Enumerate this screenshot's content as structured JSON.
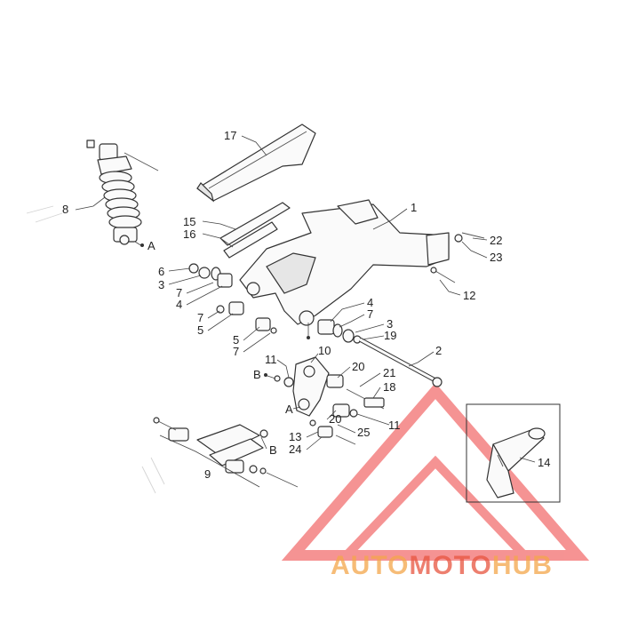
{
  "parts": [
    {
      "key": "p1",
      "num": "1"
    },
    {
      "key": "p17",
      "num": "17"
    },
    {
      "key": "p8",
      "num": "8"
    },
    {
      "key": "pA1",
      "num": "A"
    },
    {
      "key": "p15",
      "num": "15"
    },
    {
      "key": "p16",
      "num": "16"
    },
    {
      "key": "p22",
      "num": "22"
    },
    {
      "key": "p23",
      "num": "23"
    },
    {
      "key": "p6",
      "num": "6"
    },
    {
      "key": "p3a",
      "num": "3"
    },
    {
      "key": "p7a",
      "num": "7"
    },
    {
      "key": "p4a",
      "num": "4"
    },
    {
      "key": "p12",
      "num": "12"
    },
    {
      "key": "p7b",
      "num": "7"
    },
    {
      "key": "p5a",
      "num": "5"
    },
    {
      "key": "p4b",
      "num": "4"
    },
    {
      "key": "p7c",
      "num": "7"
    },
    {
      "key": "p3b",
      "num": "3"
    },
    {
      "key": "p19",
      "num": "19"
    },
    {
      "key": "p5b",
      "num": "5"
    },
    {
      "key": "p7d",
      "num": "7"
    },
    {
      "key": "p2",
      "num": "2"
    },
    {
      "key": "p10",
      "num": "10"
    },
    {
      "key": "p11a",
      "num": "11"
    },
    {
      "key": "pB1",
      "num": "B"
    },
    {
      "key": "p20a",
      "num": "20"
    },
    {
      "key": "p21",
      "num": "21"
    },
    {
      "key": "p18",
      "num": "18"
    },
    {
      "key": "pA2",
      "num": "A"
    },
    {
      "key": "p20b",
      "num": "20"
    },
    {
      "key": "p11b",
      "num": "11"
    },
    {
      "key": "p25",
      "num": "25"
    },
    {
      "key": "p13",
      "num": "13"
    },
    {
      "key": "p24",
      "num": "24"
    },
    {
      "key": "pB2",
      "num": "B"
    },
    {
      "key": "p9",
      "num": "9"
    },
    {
      "key": "p14",
      "num": "14"
    }
  ],
  "watermark": {
    "part1": "AUTO",
    "part2": "MOTO",
    "part3": "HUB",
    "color_primary": "#f4a64a",
    "color_secondary": "#e8553f",
    "color_triangle": "#ee3b3b"
  },
  "colors": {
    "line": "#333333",
    "background": "#ffffff"
  }
}
